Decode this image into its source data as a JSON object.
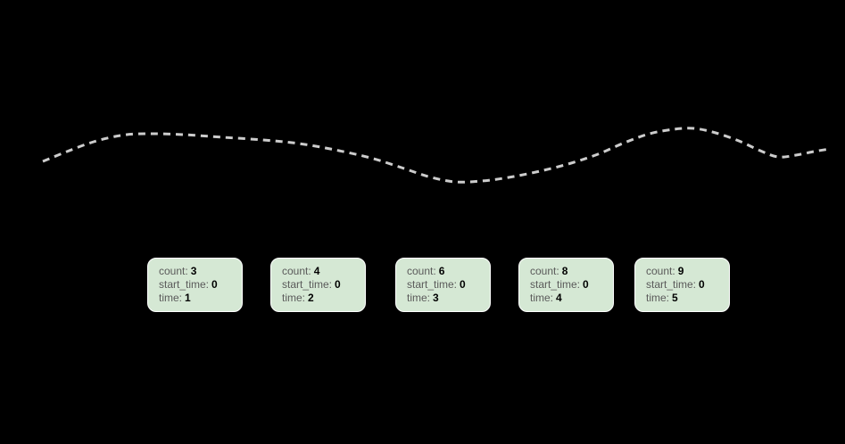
{
  "background_color": "#000000",
  "curve": {
    "color": "#cccccc",
    "dash_pattern": "8 6",
    "stroke_width": 3,
    "points": [
      [
        48,
        181
      ],
      [
        75,
        170
      ],
      [
        105,
        159
      ],
      [
        135,
        152
      ],
      [
        162,
        150
      ],
      [
        205,
        151
      ],
      [
        250,
        154
      ],
      [
        295,
        157
      ],
      [
        335,
        161
      ],
      [
        375,
        168
      ],
      [
        415,
        177
      ],
      [
        450,
        188
      ],
      [
        480,
        198
      ],
      [
        510,
        204
      ],
      [
        540,
        203
      ],
      [
        570,
        199
      ],
      [
        605,
        192
      ],
      [
        640,
        183
      ],
      [
        670,
        173
      ],
      [
        700,
        160
      ],
      [
        728,
        150
      ],
      [
        755,
        145
      ],
      [
        778,
        144
      ],
      [
        802,
        149
      ],
      [
        828,
        158
      ],
      [
        852,
        169
      ],
      [
        872,
        176
      ],
      [
        892,
        174
      ],
      [
        912,
        170
      ],
      [
        930,
        167
      ]
    ]
  },
  "node_labels": {
    "count": "count:",
    "start_time": "start_time:",
    "time": "time:"
  },
  "nodes": [
    {
      "count": "3",
      "start_time": "0",
      "time": "1"
    },
    {
      "count": "4",
      "start_time": "0",
      "time": "2"
    },
    {
      "count": "6",
      "start_time": "0",
      "time": "3"
    },
    {
      "count": "8",
      "start_time": "0",
      "time": "4"
    },
    {
      "count": "9",
      "start_time": "0",
      "time": "5"
    }
  ],
  "node_style": {
    "fill_color": "#d5e8d4",
    "border_color": "#ffffff",
    "label_color": "#5a5a5a",
    "value_color": "#000000"
  }
}
